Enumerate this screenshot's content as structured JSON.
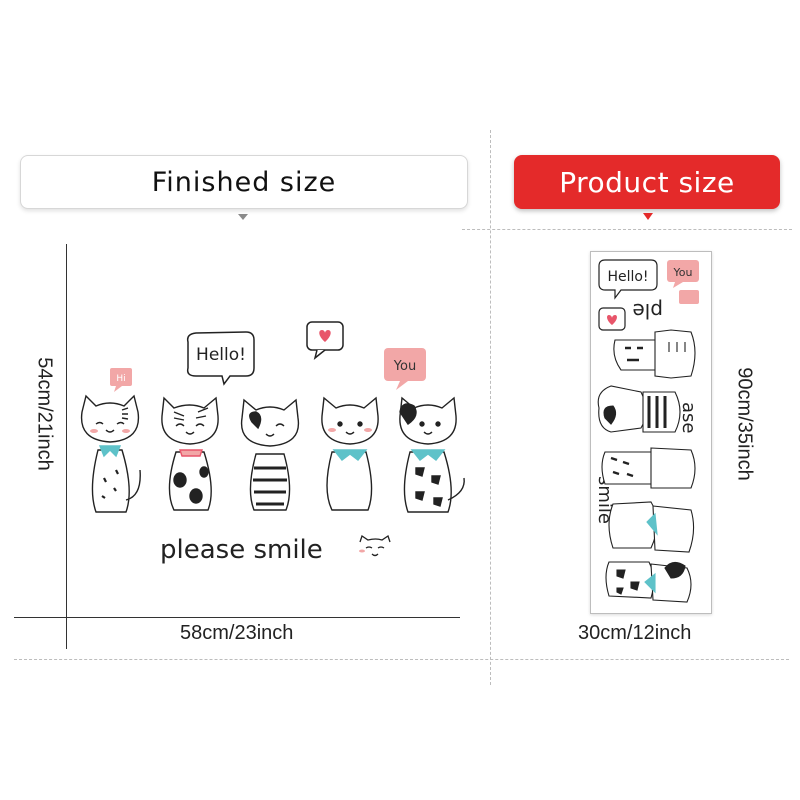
{
  "finished": {
    "title": "Finished size",
    "height_label": "54cm/21inch",
    "width_label": "58cm/23inch"
  },
  "product": {
    "title": "Product size",
    "height_label": "90cm/35inch",
    "width_label": "30cm/12inch"
  },
  "sticker": {
    "bubble_hello": "Hello!",
    "bubble_you": "You",
    "bubble_hi": "Hi",
    "caption": "please smile",
    "strip_words": [
      "ple",
      "ase",
      "smile"
    ]
  },
  "colors": {
    "accent_red": "#e42a2a",
    "pink": "#f2a7a7",
    "teal": "#5ec2c9",
    "line": "#222222"
  }
}
